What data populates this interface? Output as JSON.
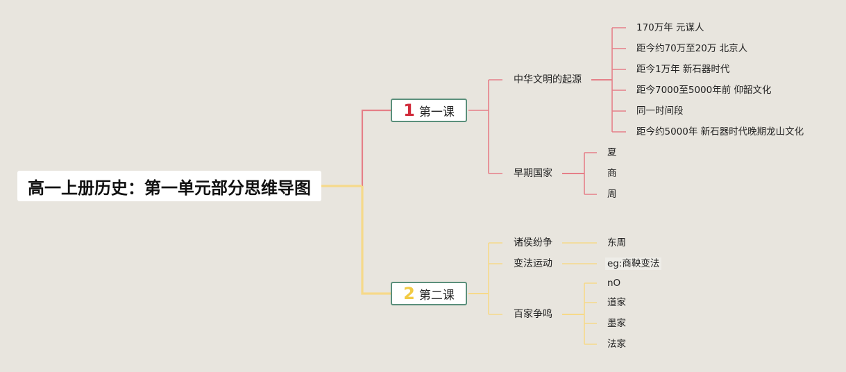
{
  "colors": {
    "background": "#e8e5de",
    "lesson1_branch": "#e57f88",
    "lesson1_badge": "#d12b3b",
    "lesson2_branch": "#f6d98a",
    "lesson2_badge": "#f2cb45",
    "lesson_border": "#5a8f7b"
  },
  "root": {
    "title": "高一上册历史：第一单元部分思维导图"
  },
  "lesson1": {
    "badge": "1",
    "title": "第一课",
    "topics": [
      {
        "label": "中华文明的起源",
        "items": [
          "170万年 元谋人",
          "距今约70万至20万 北京人",
          "距今1万年 新石器时代",
          "距今7000至5000年前 仰韶文化",
          "同一时间段",
          "距今约5000年 新石器时代晚期龙山文化"
        ]
      },
      {
        "label": "早期国家",
        "items": [
          "夏",
          "商",
          "周"
        ]
      }
    ]
  },
  "lesson2": {
    "badge": "2",
    "title": "第二课",
    "topics": [
      {
        "label": "诸侯纷争",
        "items": [
          "东周"
        ]
      },
      {
        "label": "变法运动",
        "items": [
          "eg:商鞅变法"
        ]
      },
      {
        "label": "百家争鸣",
        "items": [
          "nO",
          "道家",
          "墨家",
          "法家"
        ]
      }
    ]
  }
}
